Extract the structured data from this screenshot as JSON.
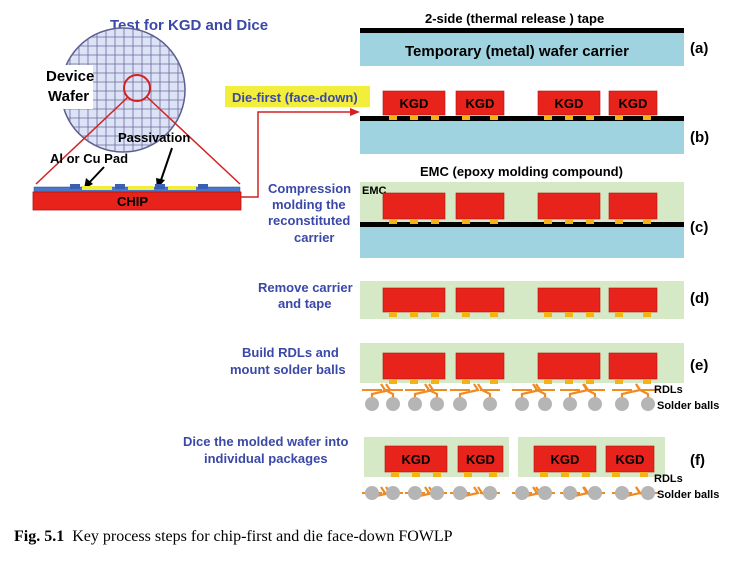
{
  "top_tape_label": "2-side (thermal release ) tape",
  "carrier_label": "Temporary (metal) wafer carrier",
  "kgd_test_title": "Test for KGD and Dice",
  "device_wafer_label": [
    "Device",
    "Wafer"
  ],
  "passivation_label": "Passivation",
  "pad_label": "Al or Cu Pad",
  "chip_label": "CHIP",
  "die_first_label": "Die-first (face-down)",
  "kgd_label": "KGD",
  "emc_title": "EMC (epoxy molding compound)",
  "emc_short": "EMC",
  "step_c_label": [
    "Compression",
    "molding the",
    "reconstituted",
    "carrier"
  ],
  "step_d_label": [
    "Remove carrier",
    "and tape"
  ],
  "step_e_label": [
    "Build RDLs and",
    "mount solder balls"
  ],
  "step_f_label": [
    "Dice the molded wafer into",
    "individual packages"
  ],
  "rdls_label": "RDLs",
  "solder_label": "Solder balls",
  "step_letters": [
    "(a)",
    "(b)",
    "(c)",
    "(d)",
    "(e)",
    "(f)"
  ],
  "caption_number": "Fig. 5.1",
  "caption_text": "Key process steps for chip-first and die face-down FOWLP",
  "colors": {
    "carrier": "#9fd3df",
    "emc": "#d6e9c6",
    "die": "#e8231b",
    "pad": "#f5b215",
    "title_blue": "#3a48a8",
    "die_first_bg": "#f3ee3c",
    "ball": "#b5b5b5",
    "rdl": "#f08a22",
    "wafer_fill": "#dde3f6",
    "wafer_grid": "#6a6a9a"
  }
}
